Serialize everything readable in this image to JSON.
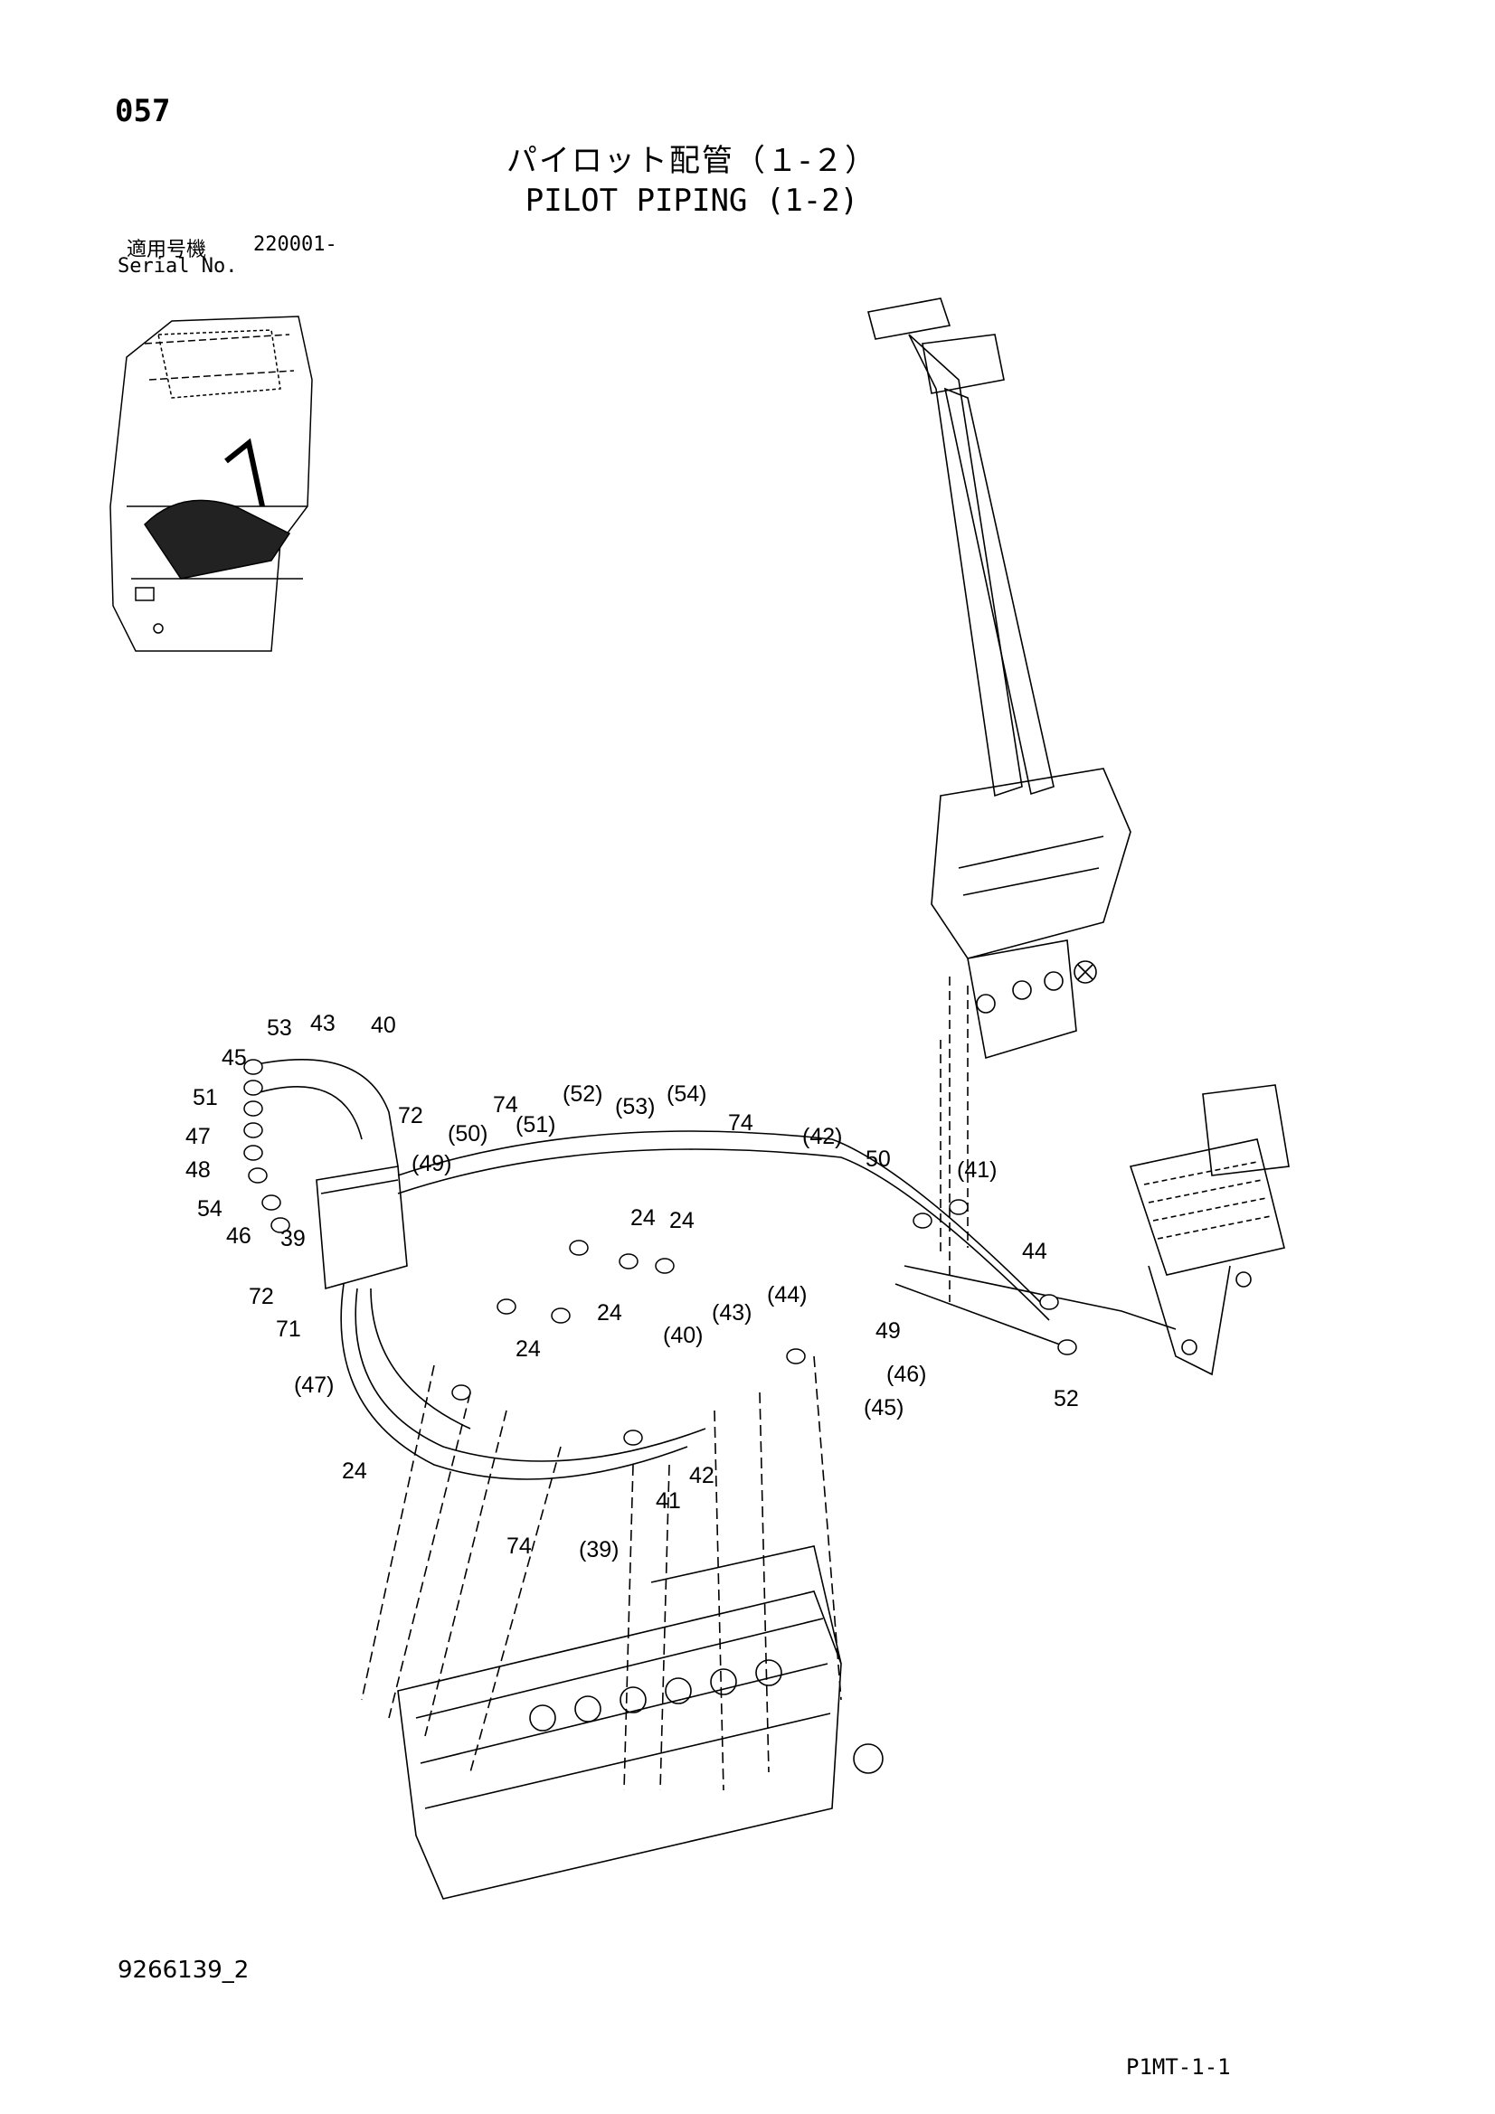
{
  "header": {
    "page_number": "057",
    "title_jp": "パイロット配管（１-２）",
    "title_en": "PILOT PIPING (1-2)",
    "serial_label_jp": "適用号機",
    "serial_value": "220001-",
    "serial_label_en": "Serial No."
  },
  "footer": {
    "doc_code": "9266139_2",
    "page_code": "P1MT-1-1"
  },
  "callouts": {
    "c53": "53",
    "c43": "43",
    "c40": "40",
    "c45": "45",
    "c51": "51",
    "c47": "47",
    "c48": "48",
    "c54": "54",
    "c46": "46",
    "c39": "39",
    "c72a": "72",
    "c72b": "72",
    "c71": "71",
    "c47p": "(47)",
    "c24a": "24",
    "c24b": "24",
    "c24c": "24",
    "c24d": "24",
    "c24e": "24",
    "c74a": "74",
    "c74b": "74",
    "c74c": "74",
    "c50p": "(50)",
    "c49p": "(49)",
    "c51p": "(51)",
    "c52p": "(52)",
    "c53p": "(53)",
    "c54p": "(54)",
    "c42p": "(42)",
    "c50": "50",
    "c41p": "(41)",
    "c44": "44",
    "c49": "49",
    "c52": "52",
    "c43p": "(43)",
    "c44p": "(44)",
    "c40p": "(40)",
    "c46p": "(46)",
    "c45p": "(45)",
    "c42": "42",
    "c41": "41",
    "c39p": "(39)"
  }
}
